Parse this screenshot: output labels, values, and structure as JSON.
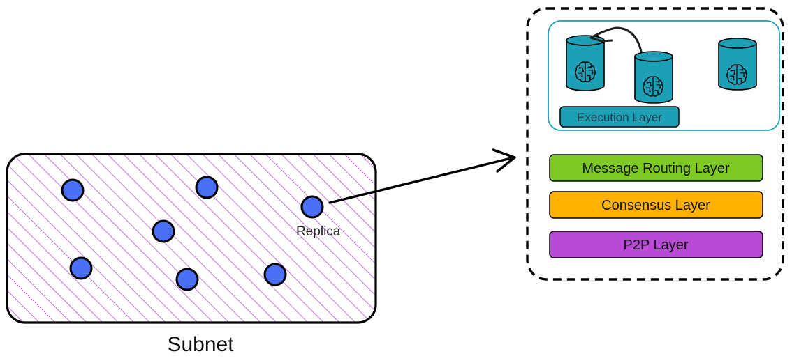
{
  "subnet": {
    "label": "Subnet",
    "replica_label": "Replica",
    "node_fill": "#4a6ff5",
    "hatch_color": "#b44bd6"
  },
  "replica_stack": {
    "execution": {
      "label": "Execution Layer",
      "color": "#1d9fb6",
      "canister_icon": "brain-circuit-icon"
    },
    "layers": [
      {
        "label": "Message Routing Layer",
        "color": "#7ec924"
      },
      {
        "label": "Consensus Layer",
        "color": "#ffb000"
      },
      {
        "label": "P2P Layer",
        "color": "#b84bd6"
      }
    ]
  }
}
